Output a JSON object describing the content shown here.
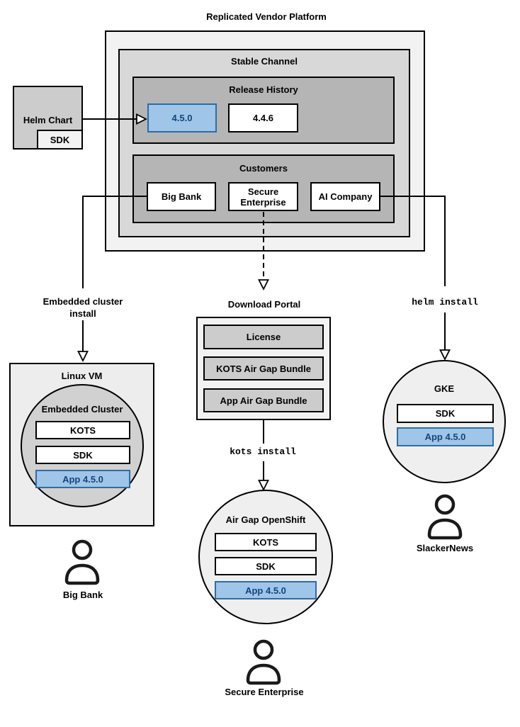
{
  "title": "Replicated Vendor Platform",
  "colors": {
    "highlight_fill": "#9fc5e8",
    "highlight_border": "#2d6da5",
    "highlight_text": "#16457c",
    "platform_fill": "#f2f2f2",
    "channel_fill": "#d8d8d8",
    "group_fill": "#b5b5b5"
  },
  "platform": {
    "stable_channel": {
      "label": "Stable Channel",
      "release_history": {
        "label": "Release History",
        "releases": [
          {
            "version": "4.5.0",
            "highlighted": "true"
          },
          {
            "version": "4.4.6",
            "highlighted": "false"
          }
        ]
      },
      "customers": {
        "label": "Customers",
        "items": [
          {
            "name": "Big Bank"
          },
          {
            "name": "Secure Enterprise"
          },
          {
            "name": "AI Company"
          }
        ]
      }
    }
  },
  "helm_chart": {
    "label": "Helm Chart",
    "sdk": "SDK"
  },
  "edges": {
    "embedded_cluster_install": "Embedded cluster install",
    "helm_install": "helm install",
    "kots_install": "kots install"
  },
  "download_portal": {
    "title": "Download Portal",
    "items": [
      {
        "name": "License"
      },
      {
        "name": "KOTS Air Gap Bundle"
      },
      {
        "name": "App Air Gap Bundle"
      }
    ]
  },
  "linux_vm": {
    "title": "Linux VM",
    "embedded_cluster": {
      "title": "Embedded Cluster",
      "kots": "KOTS",
      "sdk": "SDK",
      "app": "App 4.5.0"
    }
  },
  "openshift": {
    "title": "Air Gap OpenShift",
    "kots": "KOTS",
    "sdk": "SDK",
    "app": "App 4.5.0"
  },
  "gke": {
    "title": "GKE",
    "sdk": "SDK",
    "app": "App 4.5.0"
  },
  "personas": {
    "big_bank": "Big Bank",
    "secure_enterprise": "Secure Enterprise",
    "slackernews": "SlackerNews"
  }
}
